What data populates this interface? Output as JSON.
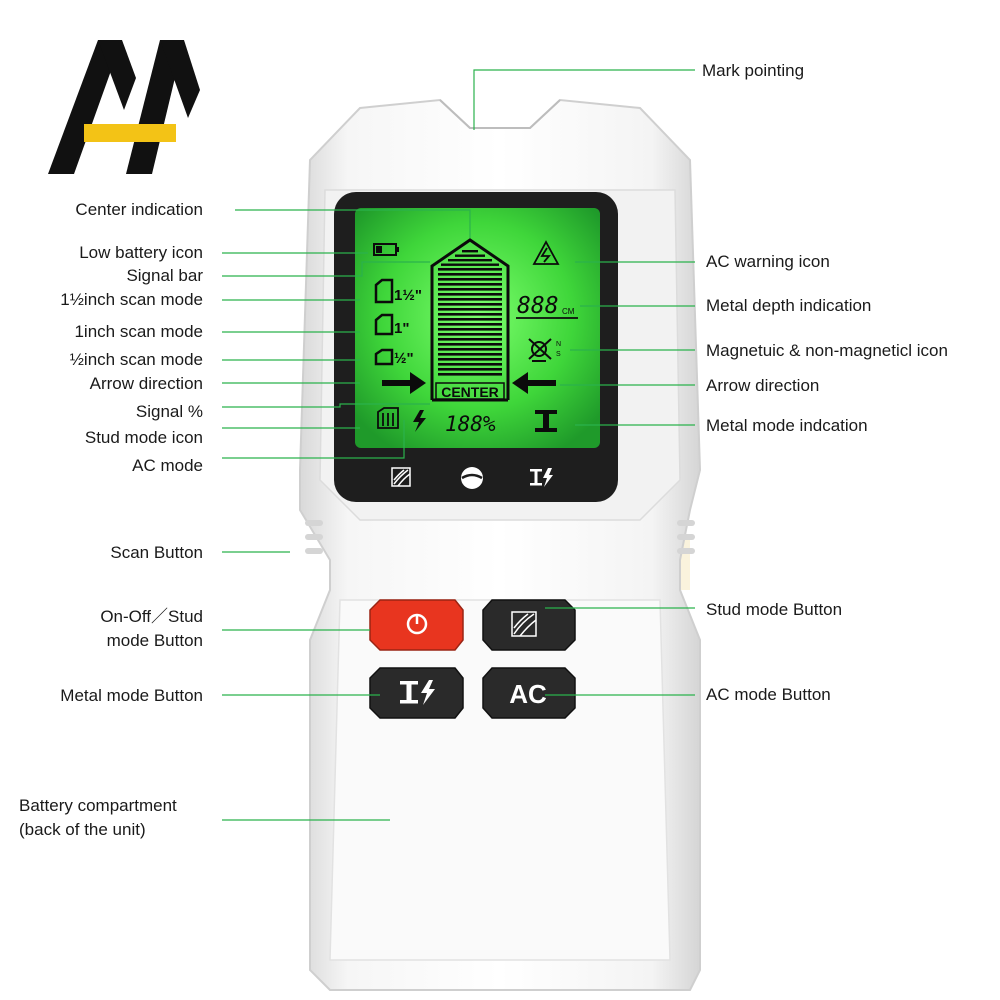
{
  "labels_left": [
    {
      "id": "center",
      "text": "Center indication"
    },
    {
      "id": "lowbat",
      "text": "Low battery icon"
    },
    {
      "id": "sigbar",
      "text": "Signal bar"
    },
    {
      "id": "m15",
      "text": "1½inch scan mode"
    },
    {
      "id": "m1",
      "text": "1inch scan mode"
    },
    {
      "id": "m05",
      "text": "½inch scan mode"
    },
    {
      "id": "arrowL",
      "text": "Arrow direction"
    },
    {
      "id": "sigpct",
      "text": "Signal %"
    },
    {
      "id": "studicon",
      "text": "Stud mode icon"
    },
    {
      "id": "acmode",
      "text": "AC mode"
    },
    {
      "id": "scan",
      "text": "Scan Button"
    },
    {
      "id": "onoff1",
      "text": "On-Off／Stud"
    },
    {
      "id": "onoff2",
      "text": "mode Button"
    },
    {
      "id": "metalbtn",
      "text": "Metal mode Button"
    },
    {
      "id": "bat1",
      "text": "Battery compartment"
    },
    {
      "id": "bat2",
      "text": "(back of the unit)"
    }
  ],
  "labels_right": [
    {
      "id": "mark",
      "text": "Mark pointing"
    },
    {
      "id": "acwarn",
      "text": "AC warning icon"
    },
    {
      "id": "depth",
      "text": "Metal depth indication"
    },
    {
      "id": "magnetic",
      "text": "Magnetuic & non-magneticl icon"
    },
    {
      "id": "arrowR",
      "text": "Arrow direction"
    },
    {
      "id": "metalind",
      "text": "Metal mode indcation"
    },
    {
      "id": "studbtn",
      "text": "Stud mode Button"
    },
    {
      "id": "acbtn",
      "text": "AC mode Button"
    }
  ],
  "lcd": {
    "center_text": "CENTER",
    "percent": "188%",
    "depth_digits": "888",
    "depth_unit": "CM",
    "mode_15": "1½\"",
    "mode_1": "1\"",
    "mode_05": "½\"",
    "magnetic_n": "N",
    "magnetic_s": "S"
  },
  "buttons": {
    "ac_label": "AC"
  },
  "colors": {
    "lcd_green": "#4fe24a",
    "lcd_frame": "#1e1e1e",
    "power_red": "#e8351f",
    "button_dark": "#2a2a2a",
    "leader_line": "#2bb24c",
    "logo_black": "#111111",
    "logo_yellow": "#f3c316"
  }
}
